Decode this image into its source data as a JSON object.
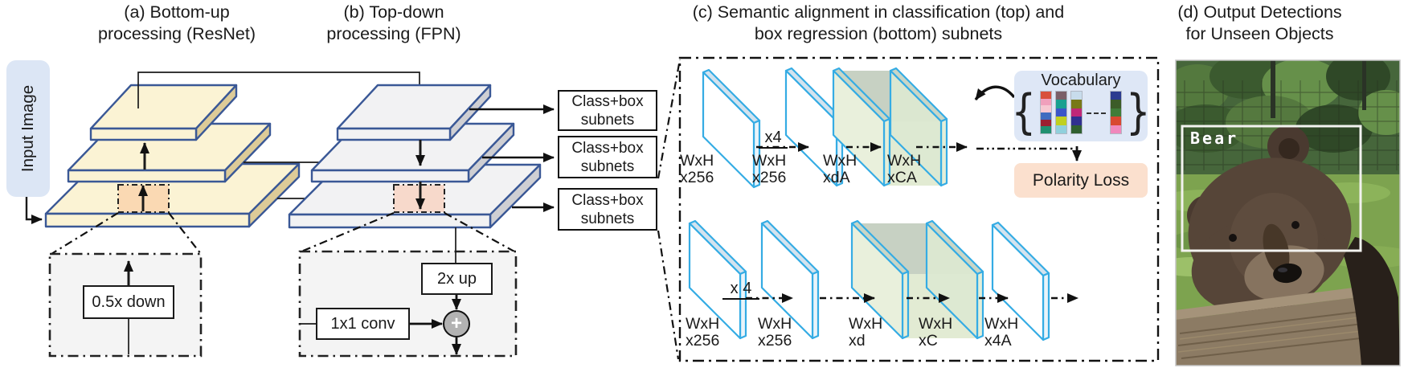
{
  "figure": {
    "panel_a": {
      "title": [
        "(a)  Bottom-up",
        "processing (ResNet)"
      ],
      "input_image_label": "Input Image",
      "downsample_label": "0.5x down"
    },
    "panel_b": {
      "title": [
        "(b) Top-down",
        "processing (FPN)"
      ],
      "upsample_label": "2x up",
      "conv_label": "1x1 conv",
      "merge_symbol": "+"
    },
    "subnet_boxes": [
      {
        "line1": "Class+box",
        "line2": "subnets"
      },
      {
        "line1": "Class+box",
        "line2": "subnets"
      },
      {
        "line1": "Class+box",
        "line2": "subnets"
      }
    ],
    "panel_c": {
      "title": [
        "(c) Semantic alignment in classification (top) and",
        "box regression (bottom) subnets"
      ],
      "classification_row": {
        "repeat_label": "x4",
        "feature_labels": [
          {
            "l1": "WxH",
            "l2": "x256"
          },
          {
            "l1": "WxH",
            "l2": "x256"
          },
          {
            "l1": "WxH",
            "l2": "xdA"
          },
          {
            "l1": "WxH",
            "l2": "xCA"
          }
        ]
      },
      "box_regression_row": {
        "repeat_label": "x 4",
        "feature_labels": [
          {
            "l1": "WxH",
            "l2": "x256"
          },
          {
            "l1": "WxH",
            "l2": "x256"
          },
          {
            "l1": "WxH",
            "l2": "xd"
          },
          {
            "l1": "WxH",
            "l2": "xC"
          },
          {
            "l1": "WxH",
            "l2": "x4A"
          }
        ]
      },
      "vocabulary": {
        "title": "Vocabulary",
        "brace_left": "{",
        "brace_right": "}",
        "strips": [
          [
            "#d8503c",
            "#f0a0bc",
            "#f6c8d2",
            "#3f6cc0",
            "#9c2030",
            "#209070"
          ],
          [
            "#7b5f68",
            "#18a090",
            "#3a56c8",
            "#c0d020",
            "#90d0dc"
          ],
          [
            "#c8dcec",
            "#787818",
            "#c02878",
            "#303090",
            "#306030"
          ],
          [
            "#2c3c90",
            "#3c5c28",
            "#407c38",
            "#d84830",
            "#f088bc"
          ]
        ]
      },
      "loss_label": "Polarity Loss"
    },
    "panel_d": {
      "title": [
        "(d) Output Detections",
        "for Unseen Objects"
      ],
      "detection_label": "Bear"
    }
  },
  "colors": {
    "resnet_slab": "#FBF3D4",
    "resnet_side": "#DDCB98",
    "fpn_slab": "#F2F2F3",
    "fpn_side": "#CFCFD3",
    "slab_border": "#3A5896",
    "plate_border": "#35ACE4",
    "green_fill": "#E2EBD3",
    "green_top": "#C7D1C3",
    "vocab_bg": "#DEE7F6",
    "loss_bg": "#FBE0CE",
    "input_bg": "#DCE6F5",
    "patch_orange": "#FAD9B3",
    "patch_pink": "#F7D9CB",
    "detail_bg": "#F4F4F4"
  }
}
